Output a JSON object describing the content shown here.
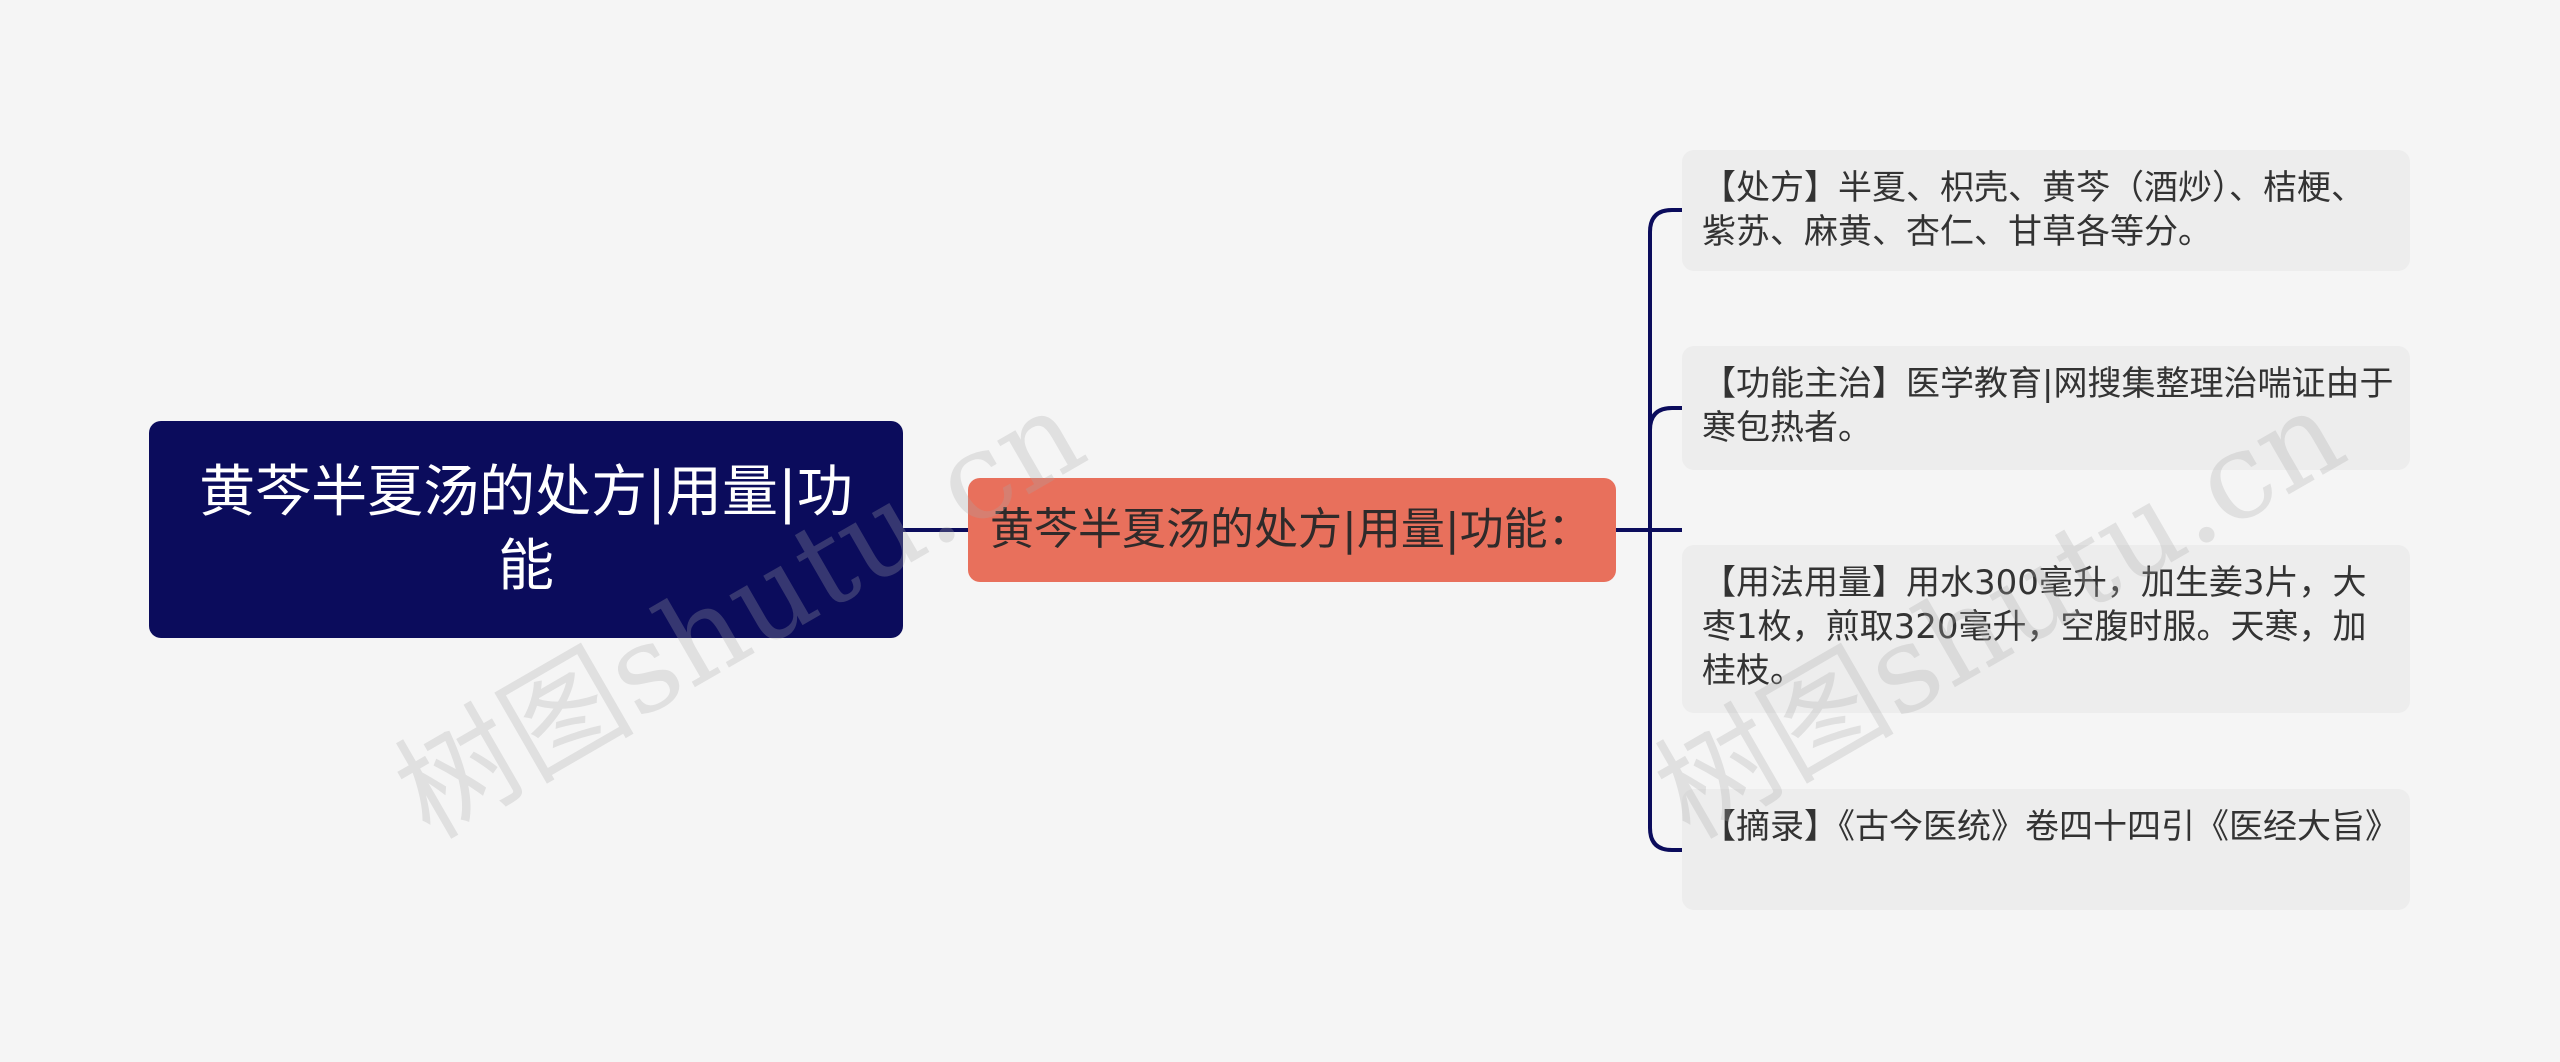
{
  "mindmap": {
    "root": {
      "label": "黄芩半夏汤的处方|用量|功能"
    },
    "branch": {
      "label": "黄芩半夏汤的处方|用量|功能："
    },
    "leaves": [
      {
        "label": "【处方】半夏、枳壳、黄芩（酒炒）、桔梗、紫苏、麻黄、杏仁、甘草各等分。"
      },
      {
        "label": "【功能主治】医学教育|网搜集整理治喘证由于寒包热者。"
      },
      {
        "label": "【用法用量】用水300毫升，加生姜3片，大枣1枚，煎取320毫升，空腹时服。天寒，加桂枝。"
      },
      {
        "label": "【摘录】《古今医统》卷四十四引《医经大旨》"
      }
    ],
    "colors": {
      "background": "#f5f5f5",
      "root_fill": "#0b0c5c",
      "branch_fill": "#e8705c",
      "leaf_fill": "#ededed",
      "connector": "#0b0c5c"
    }
  },
  "watermark": {
    "text_1": "树图shutu.cn",
    "text_2": "树图shutu.cn"
  }
}
